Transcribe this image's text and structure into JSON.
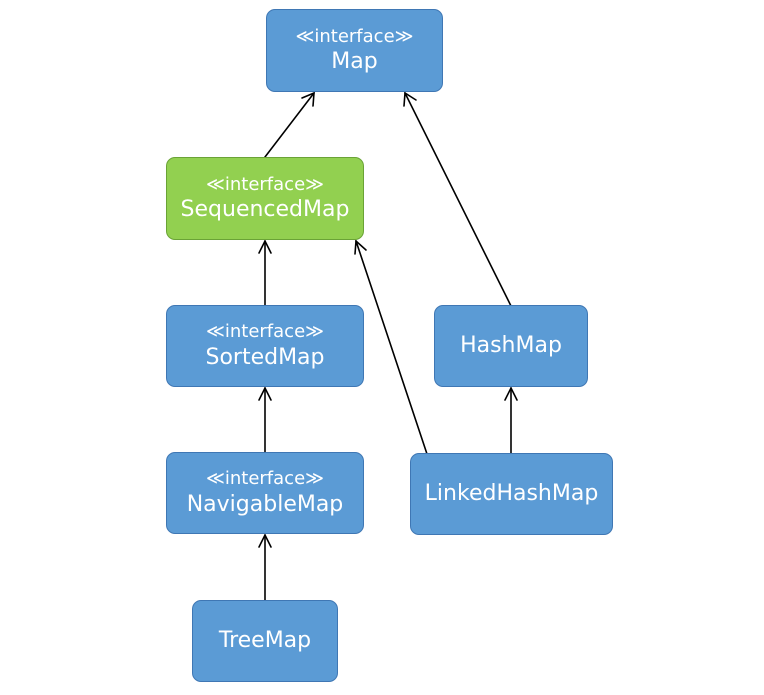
{
  "diagram": {
    "nodes": {
      "map": {
        "stereotype": "≪interface≫",
        "name": "Map"
      },
      "sequenced_map": {
        "stereotype": "≪interface≫",
        "name": "SequencedMap"
      },
      "sorted_map": {
        "stereotype": "≪interface≫",
        "name": "SortedMap"
      },
      "navigable_map": {
        "stereotype": "≪interface≫",
        "name": "NavigableMap"
      },
      "tree_map": {
        "name": "TreeMap"
      },
      "hash_map": {
        "name": "HashMap"
      },
      "linked_hash_map": {
        "name": "LinkedHashMap"
      }
    },
    "colors": {
      "interface_fill": "#5b9bd5",
      "highlight_fill": "#92d050",
      "text": "#ffffff",
      "arrow": "#000000"
    }
  }
}
